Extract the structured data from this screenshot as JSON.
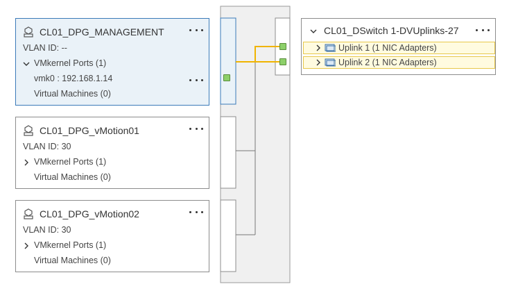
{
  "colors": {
    "selected_border": "#3a7ab8",
    "selected_bg": "#eaf2f8",
    "uplink_highlight": "#e8c84a",
    "port_green": "#8dd06a",
    "line_orange": "#f0b400"
  },
  "portgroups": [
    {
      "icon": "portgroup-icon",
      "title": "CL01_DPG_MANAGEMENT",
      "vlan": "VLAN ID: --",
      "vmkernel": "VMkernel Ports (1)",
      "vmk_entry": "vmk0 : 192.168.1.14",
      "vms": "Virtual Machines (0)"
    },
    {
      "icon": "portgroup-icon",
      "title": "CL01_DPG_vMotion01",
      "vlan": "VLAN ID: 30",
      "vmkernel": "VMkernel Ports (1)",
      "vms": "Virtual Machines (0)"
    },
    {
      "icon": "portgroup-icon",
      "title": "CL01_DPG_vMotion02",
      "vlan": "VLAN ID: 30",
      "vmkernel": "VMkernel Ports (1)",
      "vms": "Virtual Machines (0)"
    }
  ],
  "uplinks": {
    "title": "CL01_DSwitch 1-DVUplinks-27",
    "items": [
      {
        "label": "Uplink 1 (1 NIC Adapters)"
      },
      {
        "label": "Uplink 2 (1 NIC Adapters)"
      }
    ]
  }
}
